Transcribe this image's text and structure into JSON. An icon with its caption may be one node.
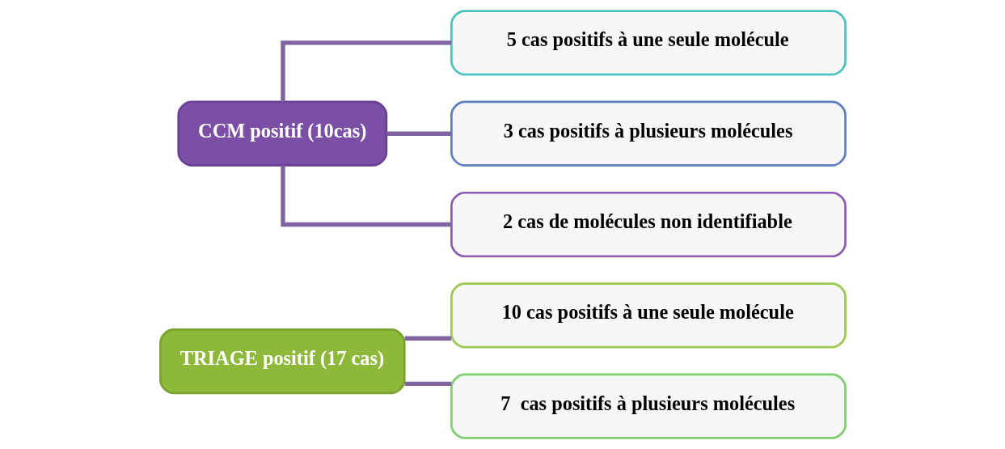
{
  "diagram": {
    "nodes": [
      {
        "text": [
          "TRIAGE positif (17 cas)"
        ]
      },
      {
        "text": [
          "10 cas positifs à une seule molécule"
        ]
      },
      {
        "text": [
          "7  cas positifs à plusieurs molécules"
        ]
      },
      {
        "text": [
          "CCM positif (10cas)"
        ]
      },
      {
        "text": [
          "5 cas positifs à une seule molécule"
        ]
      },
      {
        "text": [
          "3 cas positifs à plusieurs molécules"
        ]
      },
      {
        "text": [
          "2 cas de molécules non identifiable"
        ]
      }
    ],
    "edges": [
      {
        "from": 0,
        "to": 1,
        "arrow": "none"
      },
      {
        "from": 0,
        "to": 2,
        "arrow": "none"
      },
      {
        "from": 3,
        "to": 4,
        "arrow": "none"
      },
      {
        "from": 3,
        "to": 5,
        "arrow": "none"
      },
      {
        "from": 3,
        "to": 6,
        "arrow": "none"
      }
    ]
  }
}
